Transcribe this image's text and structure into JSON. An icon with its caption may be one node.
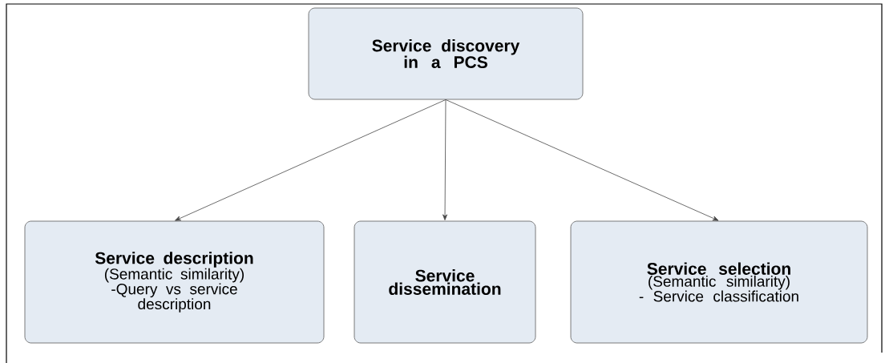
{
  "diagram": {
    "nodes": [
      {
        "text": [
          "Service discovery in a PCS"
        ]
      },
      {
        "text": [
          "Service description",
          "(Semantic similarity)",
          "-Query vs service description"
        ]
      },
      {
        "text": [
          "Service dissemination"
        ]
      },
      {
        "text": [
          "Service selection",
          "(Semantic similarity)",
          "- Service classification"
        ]
      }
    ],
    "edges": [
      {
        "from": 0,
        "to": 1,
        "arrow": "to"
      },
      {
        "from": 0,
        "to": 2,
        "arrow": "to"
      },
      {
        "from": 0,
        "to": 3,
        "arrow": "to"
      }
    ]
  }
}
